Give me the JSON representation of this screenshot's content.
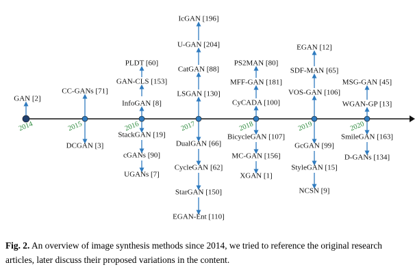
{
  "colors": {
    "axis": "#111111",
    "arrow": "#2f7bbf",
    "year_text": "#2e8b3e",
    "start_dot": "#1f3f6e"
  },
  "years": [
    "2014",
    "2015",
    "2016",
    "2017",
    "2018",
    "2019",
    "2020"
  ],
  "methods": {
    "y2014": {
      "above": [
        "GAN [2]"
      ],
      "below": []
    },
    "y2015": {
      "above": [
        "CC-GANs [71]"
      ],
      "below": [
        "DCGAN [3]"
      ]
    },
    "y2016": {
      "above": [
        "InfoGAN [8]",
        "GAN-CLS [153]",
        "PLDT [60]"
      ],
      "below": [
        "StackGAN [19]",
        "cGANs [90]",
        "UGANs [7]"
      ]
    },
    "y2017": {
      "above": [
        "LSGAN [130]",
        "CatGAN [88]",
        "U-GAN [204]",
        "IcGAN [196]"
      ],
      "below": [
        "DualGAN [66]",
        "CycleGAN [62]",
        "StarGAN [150]",
        "EGAN-Ent [110]"
      ]
    },
    "y2018": {
      "above": [
        "CyCADA [100]",
        "MFF-GAN [181]",
        "PS2MAN [80]"
      ],
      "below": [
        "BicycleGAN [107]",
        "MC-GAN [156]",
        "XGAN [1]"
      ]
    },
    "y2019": {
      "above": [
        "VOS-GAN [106]",
        "SDF-MAN [65]",
        "EGAN [12]"
      ],
      "below": [
        "GcGAN [99]",
        "StyleGAN [15]",
        "NCSN [9]"
      ]
    },
    "y2020": {
      "above": [
        "WGAN-GP [13]",
        "MSG-GAN [45]"
      ],
      "below": [
        "SmileGAN [163]",
        "D-GANs [134]"
      ]
    }
  },
  "caption": {
    "label": "Fig. 2.",
    "text": "An overview of image synthesis methods since 2014, we tried to reference the original research articles, later discuss their proposed variations in the content."
  }
}
